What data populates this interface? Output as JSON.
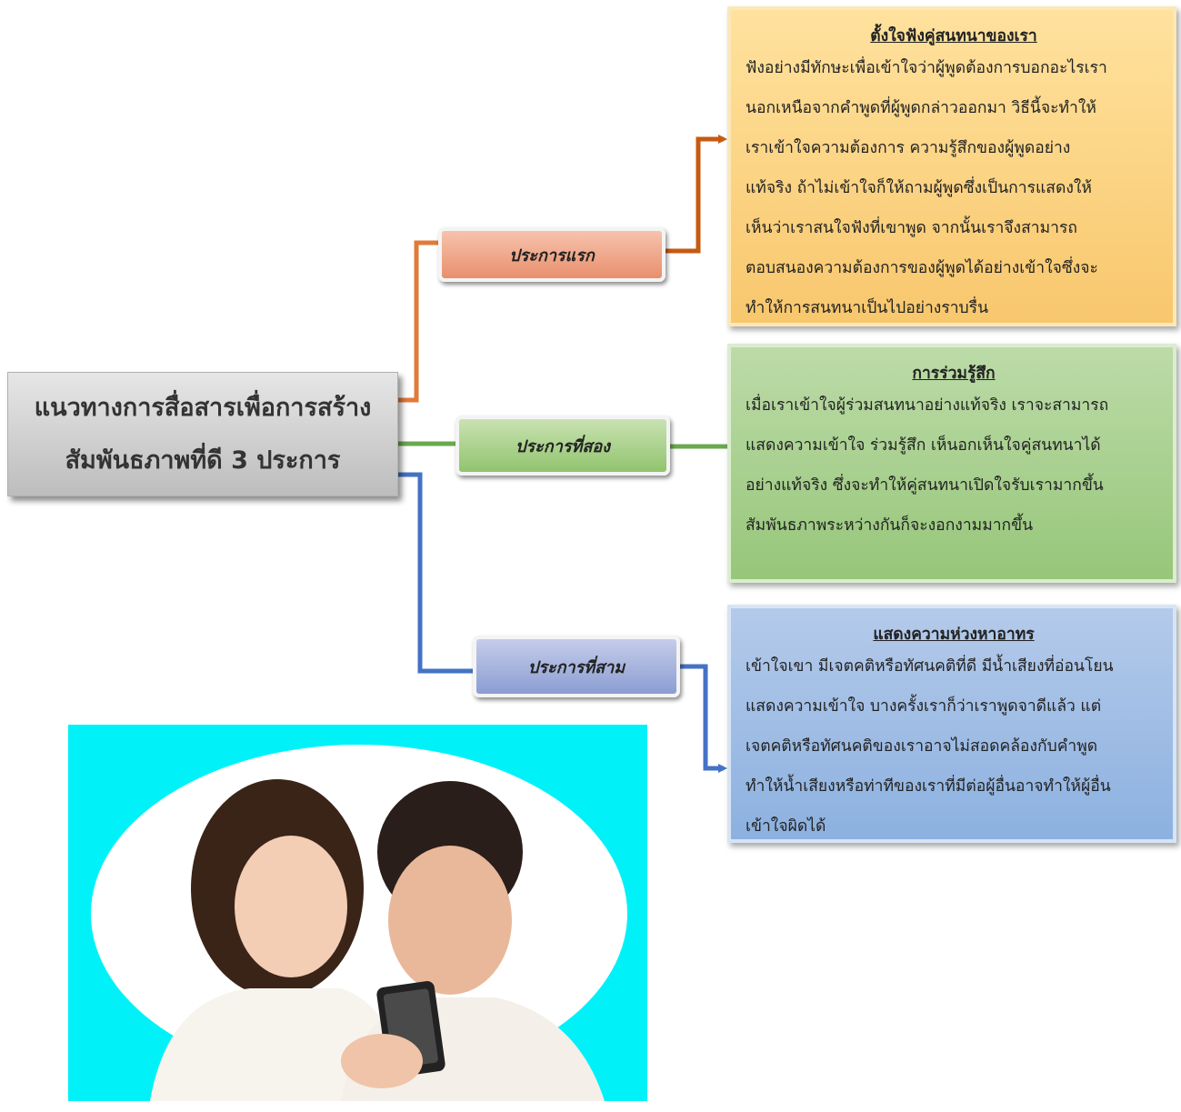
{
  "main": {
    "line1": "แนวทางการสื่อสารเพื่อการสร้าง",
    "line2": "สัมพันธภาพที่ดี 3 ประการ"
  },
  "branches": [
    {
      "label": "ประการแรก",
      "color": "#e07a3a"
    },
    {
      "label": "ประการที่สอง",
      "color": "#6aa84f"
    },
    {
      "label": "ประการที่สาม",
      "color": "#4472c4"
    }
  ],
  "details": [
    {
      "heading": "ตั้งใจฟังคู่สนทนาของเรา",
      "lines": [
        "ฟังอย่างมีทักษะเพื่อเข้าใจว่าผู้พูดต้องการบอกอะไรเรา",
        "นอกเหนือจากคำพูดที่ผู้พูดกล่าวออกมา วิธีนี้จะทำให้",
        "เราเข้าใจความต้องการ ความรู้สึกของผู้พูดอย่าง",
        "แท้จริง ถ้าไม่เข้าใจก็ให้ถามผู้พูดซึ่งเป็นการแสดงให้",
        "เห็นว่าเราสนใจฟังที่เขาพูด จากนั้นเราจึงสามารถ",
        "ตอบสนองความต้องการของผู้พูดได้อย่างเข้าใจซึ่งจะ",
        "ทำให้การสนทนาเป็นไปอย่างราบรื่น"
      ]
    },
    {
      "heading": "การร่วมรู้สึก",
      "lines": [
        "เมื่อเราเข้าใจผู้ร่วมสนทนาอย่างแท้จริง เราจะสามารถ",
        "แสดงความเข้าใจ ร่วมรู้สึก เห็นอกเห็นใจคู่สนทนาได้",
        "อย่างแท้จริง ซึ่งจะทำให้คู่สนทนาเปิดใจรับเรามากขึ้น",
        "สัมพันธภาพระหว่างกันก็จะงอกงามมากขึ้น"
      ]
    },
    {
      "heading": "แสดงความห่วงหาอาทร",
      "lines": [
        "เข้าใจเขา มีเจตคติหรือทัศนคติที่ดี มีน้ำเสียงที่อ่อนโยน",
        "แสดงความเข้าใจ บางครั้งเราก็ว่าเราพูดจาดีแล้ว แต่",
        "เจตคติหรือทัศนคติของเราอาจไม่สอดคล้องกับคำพูด",
        "ทำให้น้ำเสียงหรือท่าทีของเราที่มีต่อผู้อื่นอาจทำให้ผู้อื่น",
        "เข้าใจผิดได้"
      ]
    }
  ],
  "colors": {
    "orange_line": "#e07a3a",
    "dark_orange_arrow": "#c55a11",
    "green_line": "#6aa84f",
    "blue_line": "#4472c4",
    "photo_bg": "#00f2f8"
  }
}
